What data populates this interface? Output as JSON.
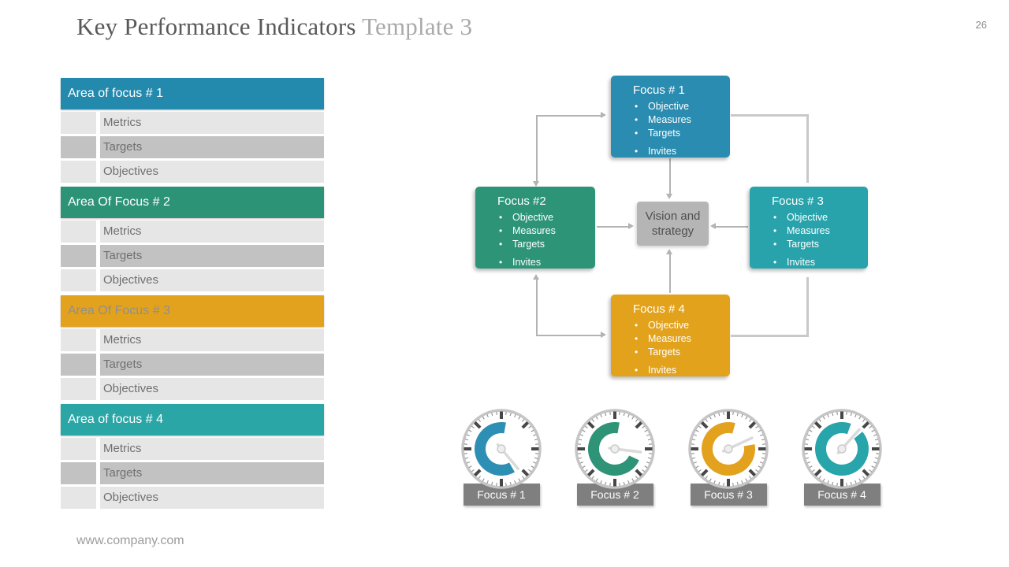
{
  "page": {
    "title_main": "Key Performance Indicators",
    "title_accent": "Template 3",
    "page_number": "26",
    "footer": "www.company.com"
  },
  "table": {
    "row_light": "#e6e6e6",
    "row_dark": "#c2c2c2",
    "sections": [
      {
        "header": "Area of focus # 1",
        "header_bg": "#2389ad",
        "header_fg": "#ffffff",
        "rows": [
          "Metrics",
          "Targets",
          "Objectives"
        ]
      },
      {
        "header": "Area Of Focus # 2",
        "header_bg": "#2d9377",
        "header_fg": "#ffffff",
        "rows": [
          "Metrics",
          "Targets",
          "Objectives"
        ]
      },
      {
        "header": "Area Of Focus # 3",
        "header_bg": "#e2a21d",
        "header_fg": "#8f8f8f",
        "rows": [
          "Metrics",
          "Targets",
          "Objectives"
        ]
      },
      {
        "header": "Area of focus # 4",
        "header_bg": "#2ba6a6",
        "header_fg": "#ffffff",
        "rows": [
          "Metrics",
          "Targets",
          "Objectives"
        ]
      }
    ]
  },
  "diagram": {
    "center": {
      "text": "Vision and strategy",
      "bg": "#b5b5b5",
      "fg": "#4f4f4f"
    },
    "boxes": [
      {
        "title": "Focus # 1",
        "bg": "#2a8cb0",
        "bullets": [
          "Objective",
          "Measures",
          "Targets",
          "Invites"
        ]
      },
      {
        "title": "Focus #2",
        "bg": "#2d9478",
        "bullets": [
          "Objective",
          "Measures",
          "Targets",
          "Invites"
        ]
      },
      {
        "title": "Focus # 3",
        "bg": "#28a3ab",
        "bullets": [
          "Objective",
          "Measures",
          "Targets",
          "Invites"
        ]
      },
      {
        "title": "Focus # 4",
        "bg": "#e2a21c",
        "bullets": [
          "Objective",
          "Measures",
          "Targets",
          "Invites"
        ]
      }
    ]
  },
  "gauges": {
    "label_bg": "#7f7f7f",
    "items": [
      {
        "label": "Focus # 1",
        "color": "#2e8fb4",
        "arc_start_deg": 150,
        "arc_sweep_deg": 220,
        "needle_deg": 140
      },
      {
        "label": "Focus # 2",
        "color": "#2e9377",
        "arc_start_deg": 115,
        "arc_sweep_deg": 255,
        "needle_deg": 97
      },
      {
        "label": "Focus # 3",
        "color": "#e2a21d",
        "arc_start_deg": 80,
        "arc_sweep_deg": 295,
        "needle_deg": 65
      },
      {
        "label": "Focus # 4",
        "color": "#28a4ab",
        "arc_start_deg": 50,
        "arc_sweep_deg": 330,
        "needle_deg": 42
      }
    ]
  }
}
